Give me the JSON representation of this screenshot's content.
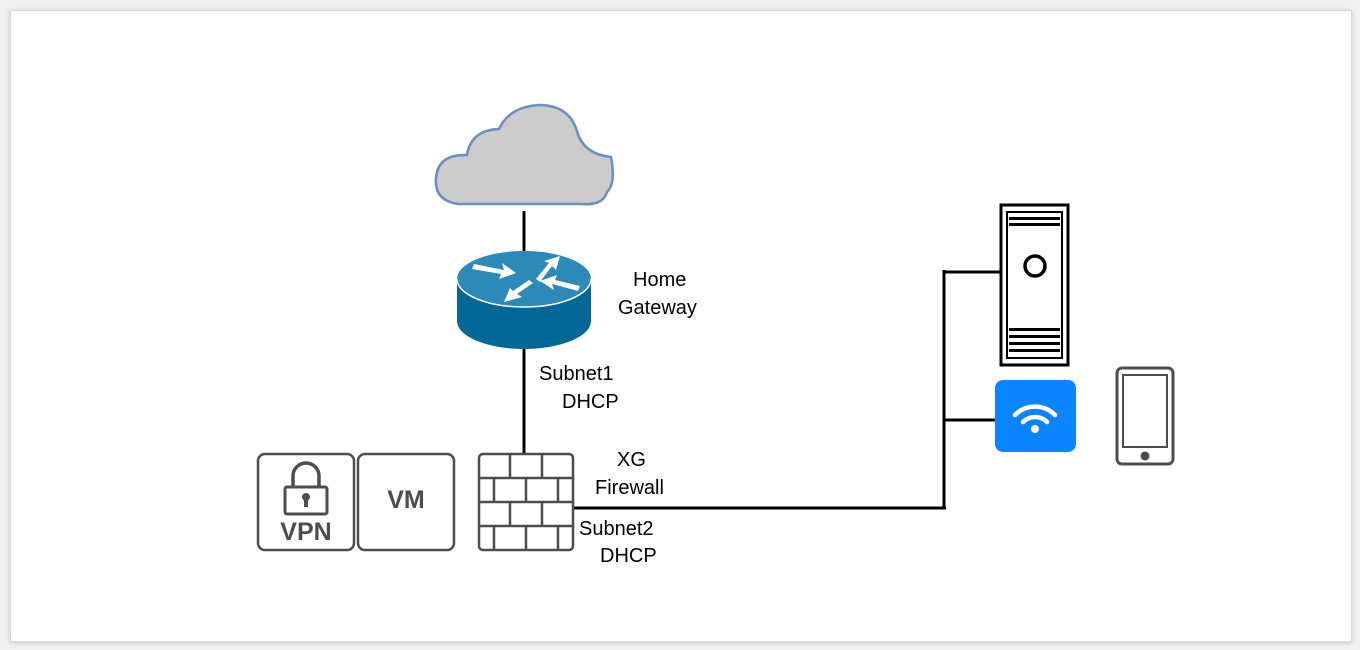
{
  "nodes": {
    "cloud": {
      "icon": "cloud-icon"
    },
    "gateway": {
      "icon": "router-icon",
      "label_line1": "Home",
      "label_line2": "Gateway"
    },
    "subnet1": {
      "line1": "Subnet1",
      "line2": "DHCP"
    },
    "firewall": {
      "icon": "firewall-icon",
      "label_line1": "XG",
      "label_line2": "Firewall"
    },
    "subnet2": {
      "line1": "Subnet2",
      "line2": "DHCP"
    },
    "vpn": {
      "icon": "lock-icon",
      "label": "VPN"
    },
    "vm": {
      "label": "VM"
    },
    "server": {
      "icon": "server-icon"
    },
    "wifi": {
      "icon": "wifi-icon"
    },
    "phone": {
      "icon": "phone-icon"
    }
  },
  "colors": {
    "cloud_fill": "#cccccc",
    "cloud_stroke": "#6c8ebf",
    "router_blue": "#036897",
    "wifi_blue": "#0a84ff",
    "tile_stroke": "#4d4d4d",
    "line": "#000000"
  }
}
